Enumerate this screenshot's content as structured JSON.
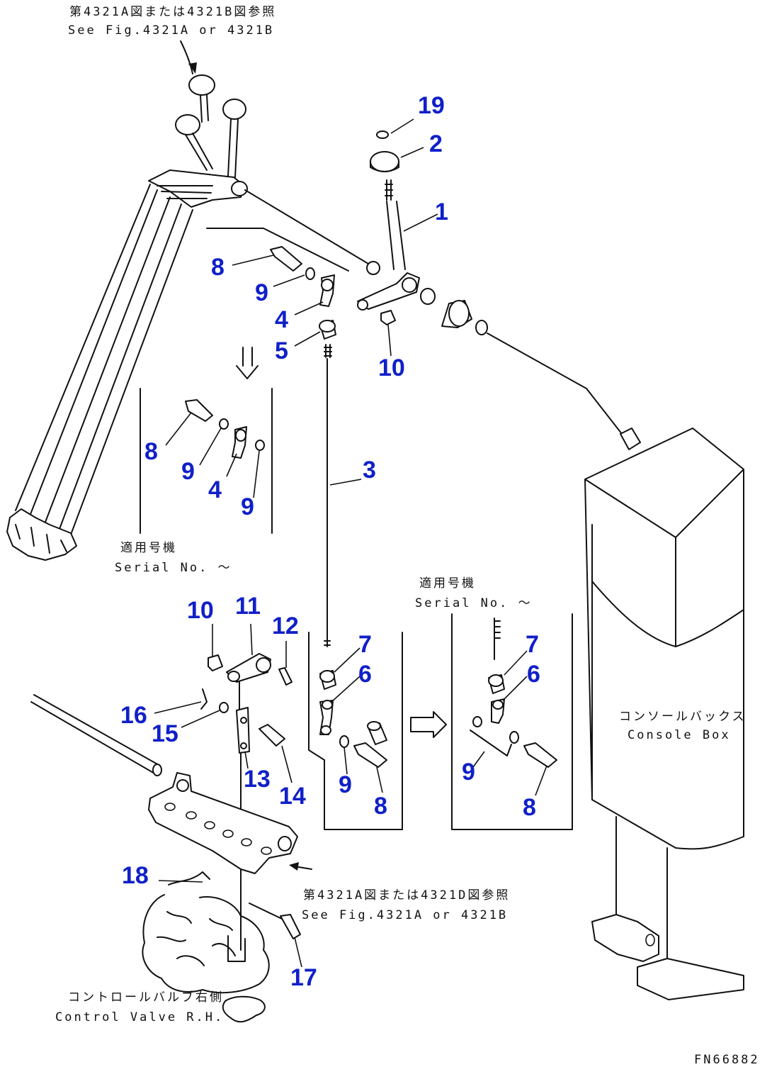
{
  "notes": {
    "top_ref_ja": "第4321A図または4321B図参照",
    "top_ref_en": "See Fig.4321A or 4321B",
    "serial_left_ja": "適用号機",
    "serial_left_en": "Serial No.   ～",
    "serial_right_ja": "適用号機",
    "serial_right_en": "Serial No.   ～",
    "console_ja": "コンソールバックス",
    "console_en": "Console Box",
    "bottom_ref_ja": "第4321A図または4321D図参照",
    "bottom_ref_en": "See Fig.4321A or 4321B",
    "valve_ja": "コントロールバルブ右側",
    "valve_en": "Control Valve R.H.",
    "figure_code": "FN66882"
  },
  "callouts": [
    {
      "id": "c-19",
      "label": "19"
    },
    {
      "id": "c-2",
      "label": "2"
    },
    {
      "id": "c-1",
      "label": "1"
    },
    {
      "id": "c-8a",
      "label": "8"
    },
    {
      "id": "c-9a",
      "label": "9"
    },
    {
      "id": "c-4a",
      "label": "4"
    },
    {
      "id": "c-5",
      "label": "5"
    },
    {
      "id": "c-10a",
      "label": "10"
    },
    {
      "id": "c-8b",
      "label": "8"
    },
    {
      "id": "c-9b",
      "label": "9"
    },
    {
      "id": "c-4b",
      "label": "4"
    },
    {
      "id": "c-9c",
      "label": "9"
    },
    {
      "id": "c-3",
      "label": "3"
    },
    {
      "id": "c-10b",
      "label": "10"
    },
    {
      "id": "c-11",
      "label": "11"
    },
    {
      "id": "c-12",
      "label": "12"
    },
    {
      "id": "c-16",
      "label": "16"
    },
    {
      "id": "c-15",
      "label": "15"
    },
    {
      "id": "c-13",
      "label": "13"
    },
    {
      "id": "c-14",
      "label": "14"
    },
    {
      "id": "c-7a",
      "label": "7"
    },
    {
      "id": "c-6a",
      "label": "6"
    },
    {
      "id": "c-9d",
      "label": "9"
    },
    {
      "id": "c-8c",
      "label": "8"
    },
    {
      "id": "c-7b",
      "label": "7"
    },
    {
      "id": "c-6b",
      "label": "6"
    },
    {
      "id": "c-9e",
      "label": "9"
    },
    {
      "id": "c-8d",
      "label": "8"
    },
    {
      "id": "c-18",
      "label": "18"
    },
    {
      "id": "c-17",
      "label": "17"
    }
  ]
}
